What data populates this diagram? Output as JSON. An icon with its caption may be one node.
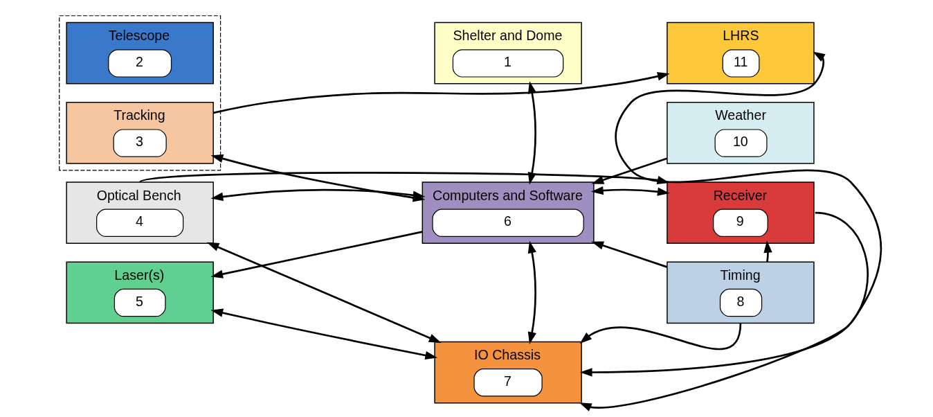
{
  "diagram": {
    "nodes": [
      {
        "text": [],
        "shape": "box"
      },
      {
        "text": [
          "Telescope",
          "2"
        ],
        "in": 0
      },
      {
        "text": [
          "Tracking",
          "3"
        ],
        "in": 0
      },
      {
        "text": [
          "Shelter and Dome",
          "1"
        ]
      },
      {
        "text": [
          "Optical Bench",
          "4"
        ]
      },
      {
        "text": [
          "Laser(s)",
          "5"
        ]
      },
      {
        "text": [
          "Computers and Software",
          "6"
        ]
      },
      {
        "text": [
          "IO Chassis",
          "7"
        ]
      },
      {
        "text": [
          "Timing",
          "8"
        ]
      },
      {
        "text": [
          "Receiver",
          "9"
        ]
      },
      {
        "text": [
          "Weather",
          "10"
        ]
      },
      {
        "text": [
          "LHRS",
          "11"
        ]
      }
    ],
    "edges": [
      {
        "from": 2,
        "to": 11,
        "arrow": "to"
      },
      {
        "from": 2,
        "to": 6,
        "arrow": "both"
      },
      {
        "from": 3,
        "to": 6,
        "arrow": "both"
      },
      {
        "from": 4,
        "to": 6,
        "arrow": "both"
      },
      {
        "from": 6,
        "to": 5,
        "arrow": "to"
      },
      {
        "from": 10,
        "to": 6,
        "arrow": "to"
      },
      {
        "from": 6,
        "to": 9,
        "arrow": "both"
      },
      {
        "from": 8,
        "to": 6,
        "arrow": "to"
      },
      {
        "from": 6,
        "to": 7,
        "arrow": "both"
      },
      {
        "from": 5,
        "to": 7,
        "arrow": "both"
      },
      {
        "from": 4,
        "to": 7,
        "arrow": "both"
      },
      {
        "from": 4,
        "to": 9,
        "arrow": "to"
      },
      {
        "from": 9,
        "to": 7,
        "arrow": "to"
      },
      {
        "from": 8,
        "to": 9,
        "arrow": "to"
      },
      {
        "from": 8,
        "to": 7,
        "arrow": "to"
      },
      {
        "from": 7,
        "to": 11,
        "arrow": "both"
      }
    ]
  }
}
